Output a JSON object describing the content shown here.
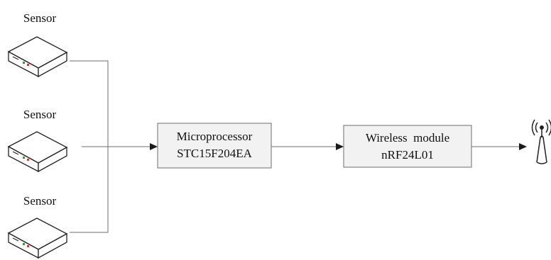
{
  "sensors": [
    {
      "label": "Sensor"
    },
    {
      "label": "Sensor"
    },
    {
      "label": "Sensor"
    }
  ],
  "microprocessor": {
    "line1": "Microprocessor",
    "line2": "STC15F204EA"
  },
  "wireless_module": {
    "line1": "Wireless  module",
    "line2": "nRF24L01"
  },
  "colors": {
    "box_fill": "#f2f2f2",
    "line": "#6e6e6e",
    "led_green": "#2e9e3a",
    "led_red": "#d23a2a"
  },
  "icons": {
    "sensor": "sensor-device-icon",
    "antenna": "antenna-icon"
  }
}
